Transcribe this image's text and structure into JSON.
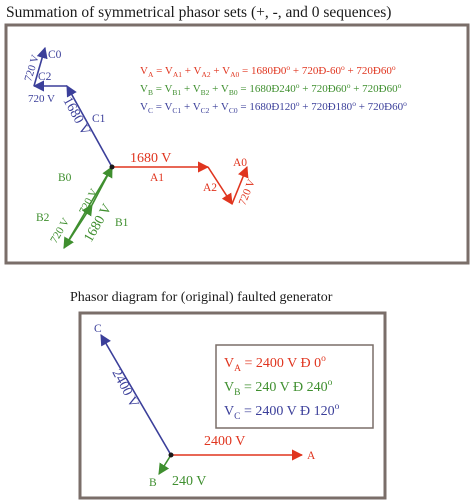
{
  "colors": {
    "red": "#e0351f",
    "green": "#3f8f2f",
    "blue": "#3b3f9a",
    "frame": "#7a6e69",
    "black": "#1a1a1a"
  },
  "top": {
    "title": "Summation of symmetrical phasor sets (+, -, and 0 sequences)",
    "labels": {
      "c0": "C0",
      "c2": "C2",
      "c1": "C1",
      "c0_mag": "720 V",
      "c2_mag": "720 V",
      "c1_mag": "1680 V",
      "a1_mag": "1680 V",
      "a1": "A1",
      "a0": "A0",
      "a2": "A2",
      "a2_mag": "720 V",
      "b0": "B0",
      "b2": "B2",
      "b1": "B1",
      "b0_mag": "720 V",
      "b2_mag": "720 V",
      "b1_mag": "1680 V"
    },
    "equations": {
      "va": {
        "v": "V",
        "s0": "A",
        "eq": " = V",
        "s1": "A1",
        "p1": " + V",
        "s2": "A2",
        "p2": " + V",
        "s3": "A0",
        "rhs1": " = 1680Ð0",
        "o1": "o",
        "rhs2": " + 720Ð-60",
        "o2": "o",
        "rhs3": " + 720Ð60",
        "o3": "o"
      },
      "vb": {
        "v": "V",
        "s0": "B",
        "eq": " = V",
        "s1": "B1",
        "p1": " + V",
        "s2": "B2",
        "p2": " + V",
        "s3": "B0",
        "rhs1": " = 1680Ð240",
        "o1": "o",
        "rhs2": " + 720Ð60",
        "o2": "o",
        "rhs3": " + 720Ð60",
        "o3": "o"
      },
      "vc": {
        "v": "V",
        "s0": "C",
        "eq": " = V",
        "s1": "C1",
        "p1": " + V",
        "s2": "C2",
        "p2": " + V",
        "s3": "C0",
        "rhs1": " = 1680Ð120",
        "o1": "o",
        "rhs2": " + 720Ð180",
        "o2": "o",
        "rhs3": " + 720Ð60",
        "o3": "o"
      }
    }
  },
  "bottom": {
    "title": "Phasor diagram for (original) faulted generator",
    "labels": {
      "c": "C",
      "c_mag": "2400 V",
      "a": "A",
      "a_mag": "2400 V",
      "b": "B",
      "b_mag": "240 V"
    },
    "legend": {
      "va": {
        "v": "V",
        "s": "A",
        "rhs": " = 2400 V Ð 0",
        "o": "o"
      },
      "vb": {
        "v": "V",
        "s": "B",
        "rhs": " = 240 V Ð 240",
        "o": "o"
      },
      "vc": {
        "v": "V",
        "s": "C",
        "rhs": " = 2400 V Ð 120",
        "o": "o"
      }
    }
  }
}
